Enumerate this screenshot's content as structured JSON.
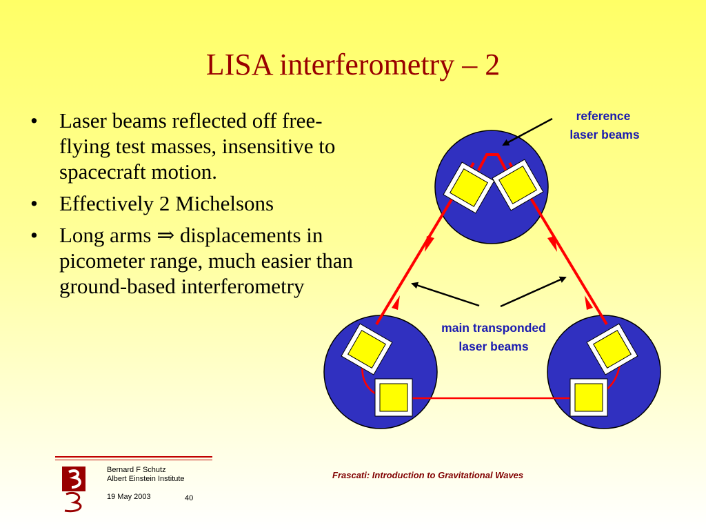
{
  "title": "LISA interferometry – 2",
  "bullets": [
    {
      "dot": "•",
      "text": "Laser beams reflected off free-flying test masses, insensitive to spacecraft motion."
    },
    {
      "dot": "•",
      "text": "Effectively 2 Michelsons"
    },
    {
      "dot": "•",
      "text": "Long arms ⇒ displacements in picometer range, much easier than ground-based interferometry"
    }
  ],
  "diagram": {
    "ref_label_line1": "reference",
    "ref_label_line2": "laser beams",
    "main_label_line1": "main transponded",
    "main_label_line2": "laser beams",
    "colors": {
      "spacecraft": "#3030c0",
      "mass": "#ffff00",
      "beam": "#ff0000",
      "arrow": "#000000"
    }
  },
  "footer": {
    "author": "Bernard F Schutz",
    "institute": "Albert Einstein Institute",
    "date": "19 May 2003",
    "page": "40",
    "conference": "Frascati: Introduction to Gravitational Waves"
  }
}
